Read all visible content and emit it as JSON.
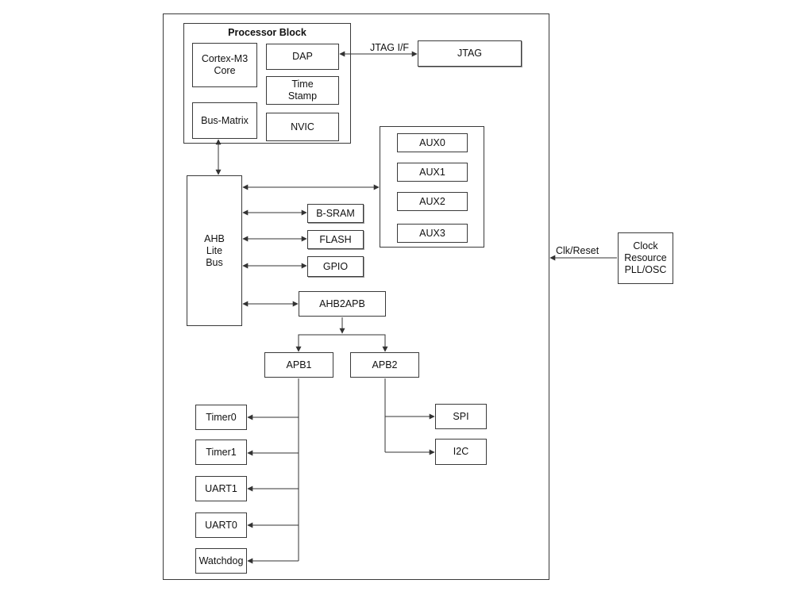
{
  "diagram": {
    "processor_block_title": "Processor Block",
    "cortex": "Cortex-M3\nCore",
    "dap": "DAP",
    "time_stamp": "Time\nStamp",
    "bus_matrix": "Bus-Matrix",
    "nvic": "NVIC",
    "jtag_if_label": "JTAG I/F",
    "jtag": "JTAG",
    "aux": [
      "AUX0",
      "AUX1",
      "AUX2",
      "AUX3"
    ],
    "ahb_bus": "AHB\nLite\nBus",
    "bsram": "B-SRAM",
    "flash": "FLASH",
    "gpio": "GPIO",
    "ahb2apb": "AHB2APB",
    "apb1": "APB1",
    "apb2": "APB2",
    "timer0": "Timer0",
    "timer1": "Timer1",
    "uart1": "UART1",
    "uart0": "UART0",
    "watchdog": "Watchdog",
    "spi": "SPI",
    "i2c": "I2C",
    "clk_reset_label": "Clk/Reset",
    "clock": "Clock\nResource\nPLL/OSC"
  }
}
